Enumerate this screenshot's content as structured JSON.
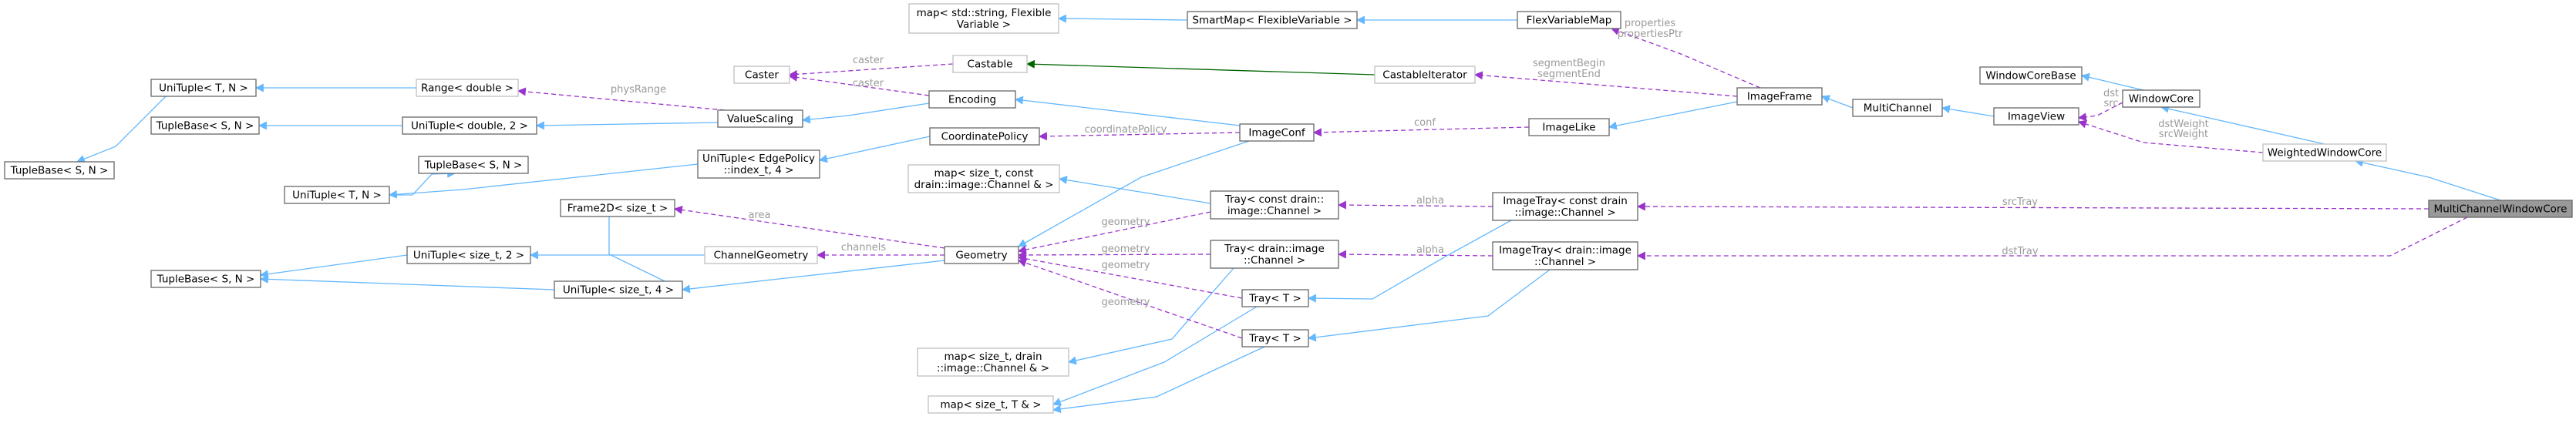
{
  "diagram": {
    "title": "",
    "colors": {
      "background": "#ffffff",
      "inheritance": "#63b8ff",
      "usage": "#9a32cd",
      "private_inheritance": "#006400",
      "edge_label": "#9a9a9a",
      "node_border": "#666666",
      "node_border_undocumented": "#bfbfbf",
      "highlight_fill": "#999999"
    },
    "nodes": [
      {
        "id": "n1",
        "lines": [
          "TupleBase< S, N >"
        ],
        "style": "normal"
      },
      {
        "id": "n2",
        "lines": [
          "UniTuple< T, N >"
        ],
        "style": "normal"
      },
      {
        "id": "n3",
        "lines": [
          "TupleBase< S, N >"
        ],
        "style": "normal"
      },
      {
        "id": "n4",
        "lines": [
          "Range< double >"
        ],
        "style": "muted"
      },
      {
        "id": "n5",
        "lines": [
          "UniTuple< double, 2 >"
        ],
        "style": "normal"
      },
      {
        "id": "n6",
        "lines": [
          "TupleBase< S, N >"
        ],
        "style": "normal"
      },
      {
        "id": "n7",
        "lines": [
          "UniTuple< T, N >"
        ],
        "style": "normal"
      },
      {
        "id": "n8",
        "lines": [
          "TupleBase< S, N >"
        ],
        "style": "normal"
      },
      {
        "id": "n9",
        "lines": [
          "UniTuple< size_t, 2 >"
        ],
        "style": "normal"
      },
      {
        "id": "n10",
        "lines": [
          "UniTuple< size_t, 4 >"
        ],
        "style": "normal"
      },
      {
        "id": "n11",
        "lines": [
          "Caster"
        ],
        "style": "muted"
      },
      {
        "id": "n12",
        "lines": [
          "ValueScaling"
        ],
        "style": "normal"
      },
      {
        "id": "n13",
        "lines": [
          "UniTuple< EdgePolicy",
          "::index_t, 4 >"
        ],
        "style": "normal"
      },
      {
        "id": "n14",
        "lines": [
          "Frame2D< size_t >"
        ],
        "style": "normal"
      },
      {
        "id": "n15",
        "lines": [
          "ChannelGeometry"
        ],
        "style": "muted"
      },
      {
        "id": "n16",
        "lines": [
          "map< std::string, Flexible",
          "Variable >"
        ],
        "style": "muted"
      },
      {
        "id": "n17",
        "lines": [
          "Castable"
        ],
        "style": "muted"
      },
      {
        "id": "n18",
        "lines": [
          "Encoding"
        ],
        "style": "normal"
      },
      {
        "id": "n19",
        "lines": [
          "CoordinatePolicy"
        ],
        "style": "normal"
      },
      {
        "id": "n20",
        "lines": [
          "map< size_t, const",
          "drain::image::Channel & >"
        ],
        "style": "muted"
      },
      {
        "id": "n21",
        "lines": [
          "Geometry"
        ],
        "style": "normal"
      },
      {
        "id": "n22",
        "lines": [
          "map< size_t, drain",
          "::image::Channel & >"
        ],
        "style": "muted"
      },
      {
        "id": "n23",
        "lines": [
          "map< size_t, T & >"
        ],
        "style": "muted"
      },
      {
        "id": "n24",
        "lines": [
          "SmartMap< FlexibleVariable >"
        ],
        "style": "normal"
      },
      {
        "id": "n25",
        "lines": [
          "ImageConf"
        ],
        "style": "normal"
      },
      {
        "id": "n26",
        "lines": [
          "Tray< const drain::",
          "image::Channel >"
        ],
        "style": "normal"
      },
      {
        "id": "n27",
        "lines": [
          "Tray< drain::image",
          "::Channel >"
        ],
        "style": "normal"
      },
      {
        "id": "n28",
        "lines": [
          "Tray< T >"
        ],
        "style": "normal"
      },
      {
        "id": "n29",
        "lines": [
          "Tray< T >"
        ],
        "style": "normal"
      },
      {
        "id": "n30",
        "lines": [
          "FlexVariableMap"
        ],
        "style": "normal"
      },
      {
        "id": "n31",
        "lines": [
          "CastableIterator"
        ],
        "style": "muted"
      },
      {
        "id": "n32",
        "lines": [
          "ImageLike"
        ],
        "style": "normal"
      },
      {
        "id": "n33",
        "lines": [
          "ImageTray< const drain",
          "::image::Channel >"
        ],
        "style": "normal"
      },
      {
        "id": "n34",
        "lines": [
          "ImageTray< drain::image",
          "::Channel >"
        ],
        "style": "normal"
      },
      {
        "id": "n35",
        "lines": [
          "ImageFrame"
        ],
        "style": "normal"
      },
      {
        "id": "n36",
        "lines": [
          "MultiChannel"
        ],
        "style": "normal"
      },
      {
        "id": "n37",
        "lines": [
          "WindowCoreBase"
        ],
        "style": "normal"
      },
      {
        "id": "n38",
        "lines": [
          "ImageView"
        ],
        "style": "normal"
      },
      {
        "id": "n39",
        "lines": [
          "WindowCore"
        ],
        "style": "normal"
      },
      {
        "id": "n40",
        "lines": [
          "WeightedWindowCore"
        ],
        "style": "muted"
      },
      {
        "id": "n41",
        "lines": [
          "MultiChannelWindowCore"
        ],
        "style": "highlight"
      }
    ],
    "edges": [
      {
        "from": "n2",
        "to": "n1",
        "kind": "inheritance",
        "labels": []
      },
      {
        "from": "n4",
        "to": "n2",
        "kind": "inheritance",
        "labels": []
      },
      {
        "from": "n5",
        "to": "n3",
        "kind": "inheritance",
        "labels": []
      },
      {
        "from": "n7",
        "to": "n6",
        "kind": "inheritance",
        "labels": []
      },
      {
        "from": "n9",
        "to": "n8",
        "kind": "inheritance",
        "labels": []
      },
      {
        "from": "n10",
        "to": "n8",
        "kind": "inheritance",
        "labels": []
      },
      {
        "from": "n12",
        "to": "n4",
        "kind": "usage",
        "labels": [
          "physRange"
        ]
      },
      {
        "from": "n12",
        "to": "n5",
        "kind": "inheritance",
        "labels": []
      },
      {
        "from": "n13",
        "to": "n7",
        "kind": "inheritance",
        "labels": []
      },
      {
        "from": "n14",
        "to": "n10",
        "kind": "inheritance",
        "labels": []
      },
      {
        "from": "n15",
        "to": "n9",
        "kind": "inheritance",
        "labels": []
      },
      {
        "from": "n17",
        "to": "n11",
        "kind": "usage",
        "labels": [
          "caster"
        ]
      },
      {
        "from": "n18",
        "to": "n11",
        "kind": "usage",
        "labels": [
          "caster"
        ]
      },
      {
        "from": "n18",
        "to": "n12",
        "kind": "inheritance",
        "labels": []
      },
      {
        "from": "n19",
        "to": "n13",
        "kind": "inheritance",
        "labels": []
      },
      {
        "from": "n21",
        "to": "n14",
        "kind": "usage",
        "labels": [
          "area"
        ]
      },
      {
        "from": "n21",
        "to": "n15",
        "kind": "usage",
        "labels": [
          "channels"
        ]
      },
      {
        "from": "n21",
        "to": "n10",
        "kind": "inheritance",
        "labels": []
      },
      {
        "from": "n24",
        "to": "n16",
        "kind": "inheritance",
        "labels": []
      },
      {
        "from": "n25",
        "to": "n18",
        "kind": "inheritance",
        "labels": []
      },
      {
        "from": "n25",
        "to": "n19",
        "kind": "usage",
        "labels": [
          "coordinatePolicy"
        ]
      },
      {
        "from": "n25",
        "to": "n21",
        "kind": "inheritance",
        "labels": []
      },
      {
        "from": "n26",
        "to": "n20",
        "kind": "inheritance",
        "labels": []
      },
      {
        "from": "n26",
        "to": "n21",
        "kind": "usage",
        "labels": [
          "geometry"
        ]
      },
      {
        "from": "n27",
        "to": "n21",
        "kind": "usage",
        "labels": [
          "geometry"
        ]
      },
      {
        "from": "n27",
        "to": "n22",
        "kind": "inheritance",
        "labels": []
      },
      {
        "from": "n28",
        "to": "n21",
        "kind": "usage",
        "labels": [
          "geometry"
        ]
      },
      {
        "from": "n28",
        "to": "n23",
        "kind": "inheritance",
        "labels": []
      },
      {
        "from": "n29",
        "to": "n21",
        "kind": "usage",
        "labels": [
          "geometry"
        ]
      },
      {
        "from": "n29",
        "to": "n23",
        "kind": "inheritance",
        "labels": []
      },
      {
        "from": "n30",
        "to": "n24",
        "kind": "inheritance",
        "labels": []
      },
      {
        "from": "n31",
        "to": "n17",
        "kind": "private_inheritance",
        "labels": []
      },
      {
        "from": "n32",
        "to": "n25",
        "kind": "usage",
        "labels": [
          "conf"
        ]
      },
      {
        "from": "n33",
        "to": "n26",
        "kind": "usage",
        "labels": [
          "alpha"
        ]
      },
      {
        "from": "n33",
        "to": "n28",
        "kind": "inheritance",
        "labels": []
      },
      {
        "from": "n34",
        "to": "n27",
        "kind": "usage",
        "labels": [
          "alpha"
        ]
      },
      {
        "from": "n34",
        "to": "n29",
        "kind": "inheritance",
        "labels": []
      },
      {
        "from": "n35",
        "to": "n30",
        "kind": "usage",
        "labels": [
          "properties",
          "propertiesPtr"
        ]
      },
      {
        "from": "n35",
        "to": "n31",
        "kind": "usage",
        "labels": [
          "segmentBegin",
          "segmentEnd"
        ]
      },
      {
        "from": "n35",
        "to": "n32",
        "kind": "inheritance",
        "labels": []
      },
      {
        "from": "n36",
        "to": "n35",
        "kind": "inheritance",
        "labels": []
      },
      {
        "from": "n38",
        "to": "n36",
        "kind": "inheritance",
        "labels": []
      },
      {
        "from": "n39",
        "to": "n37",
        "kind": "inheritance",
        "labels": []
      },
      {
        "from": "n39",
        "to": "n38",
        "kind": "usage",
        "labels": [
          "dst",
          "src"
        ]
      },
      {
        "from": "n40",
        "to": "n38",
        "kind": "usage",
        "labels": [
          "dstWeight",
          "srcWeight"
        ]
      },
      {
        "from": "n40",
        "to": "n39",
        "kind": "inheritance",
        "labels": []
      },
      {
        "from": "n41",
        "to": "n33",
        "kind": "usage",
        "labels": [
          "srcTray"
        ]
      },
      {
        "from": "n41",
        "to": "n34",
        "kind": "usage",
        "labels": [
          "dstTray"
        ]
      },
      {
        "from": "n41",
        "to": "n40",
        "kind": "inheritance",
        "labels": []
      }
    ]
  }
}
